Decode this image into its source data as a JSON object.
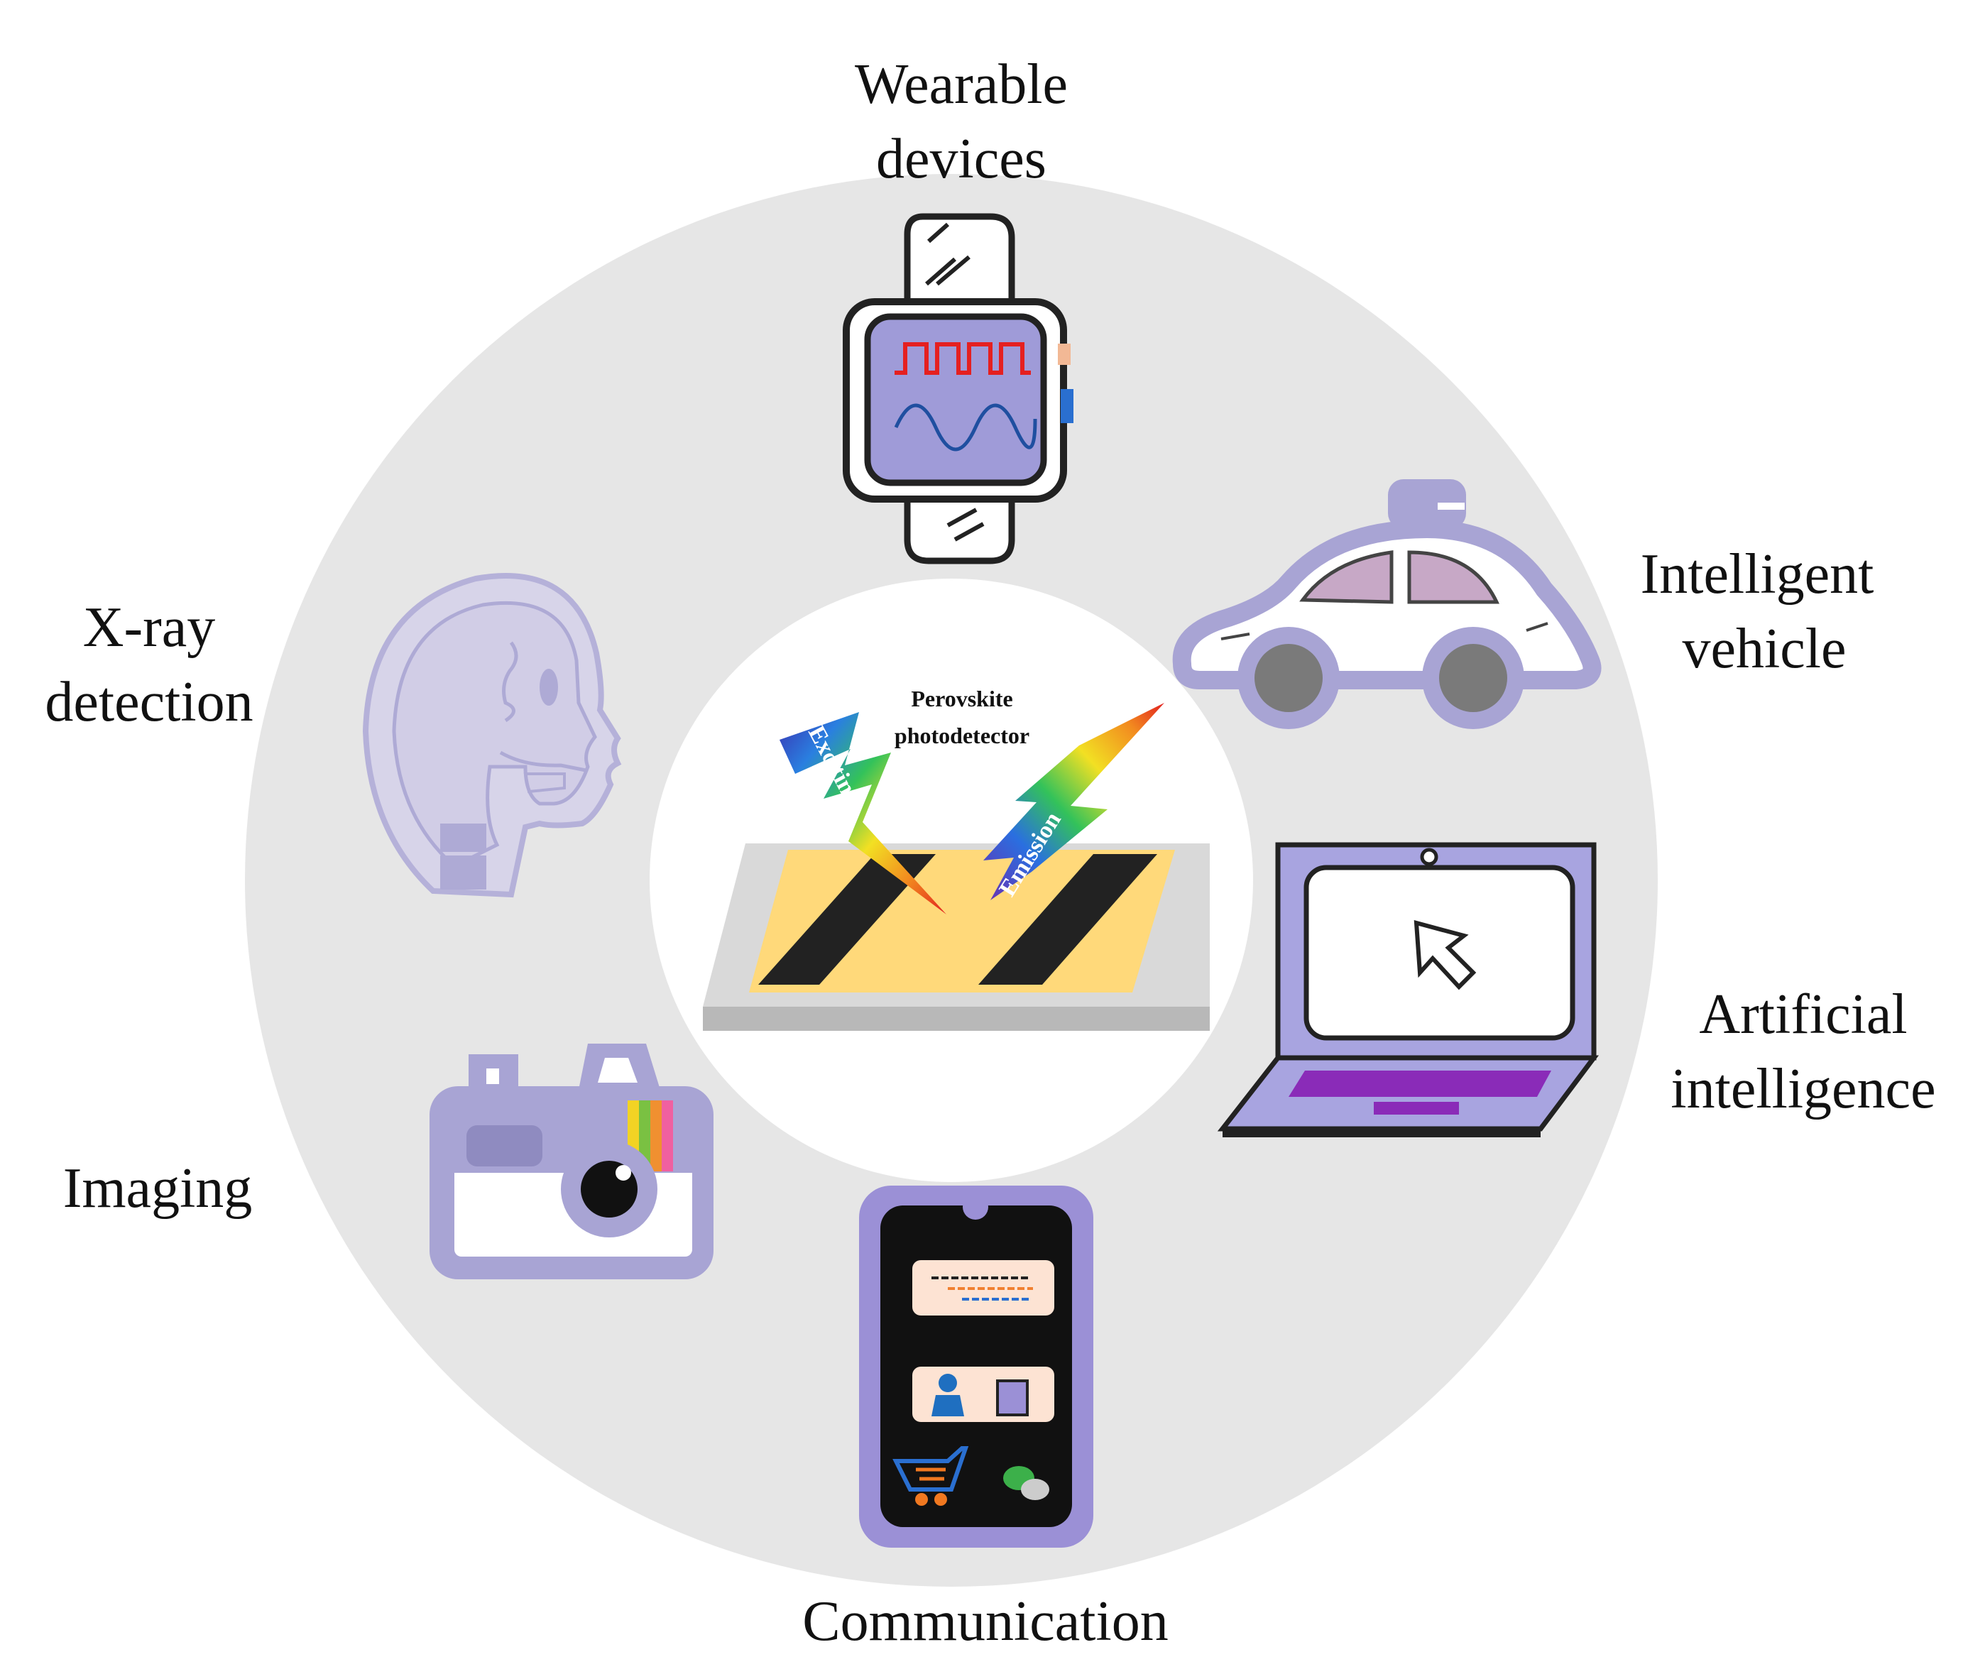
{
  "center": {
    "title_line1": "Perovskite",
    "title_line2": "photodetector",
    "beam_in": "Exciting",
    "beam_out": "Emission"
  },
  "applications": {
    "wearable": {
      "line1": "Wearable",
      "line2": "devices",
      "icon": "smartwatch-icon"
    },
    "vehicle": {
      "line1": "Intelligent",
      "line2": "vehicle",
      "icon": "car-icon"
    },
    "ai": {
      "line1": "Artificial",
      "line2": "intelligence",
      "icon": "laptop-icon"
    },
    "communication": {
      "line1": "Communication",
      "icon": "smartphone-icon"
    },
    "imaging": {
      "line1": "Imaging",
      "icon": "camera-icon"
    },
    "xray": {
      "line1": "X-ray",
      "line2": "detection",
      "icon": "skull-xray-icon"
    }
  },
  "colors": {
    "ring": "#e6e6e6",
    "lavender": "#a8a4d4",
    "lavender_dark": "#9b90d6",
    "screen": "#9f9bd8",
    "substrate": "#ffd97a",
    "electrode": "#222222",
    "accent_purple": "#8a2bb8"
  }
}
